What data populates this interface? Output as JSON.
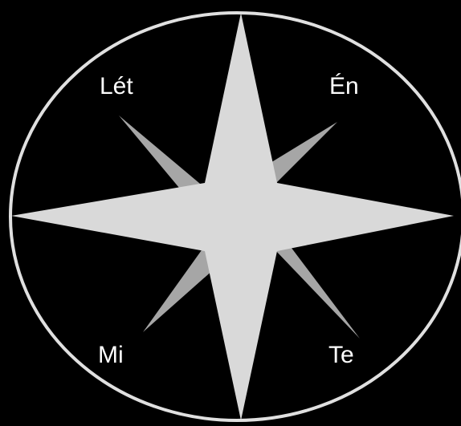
{
  "diagram": {
    "labels": {
      "top_left": "Lét",
      "top_right": "Én",
      "bottom_left": "Mi",
      "bottom_right": "Te"
    },
    "colors": {
      "background": "#000000",
      "ellipse_stroke": "#e0e0e0",
      "main_star": "#d9d9d9",
      "diagonal_star": "#a6a6a6",
      "label_text": "#ffffff"
    }
  }
}
